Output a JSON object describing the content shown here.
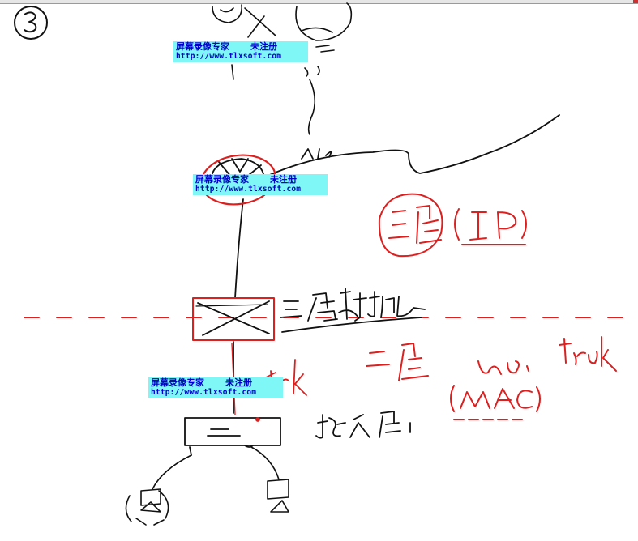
{
  "watermark": {
    "product": "屏幕录像专家",
    "status": "未注册",
    "url": "http://www.tlxsoft.com"
  },
  "colors": {
    "background": "#ffffff",
    "ink_black": "#111111",
    "ink_red": "#dd1f1f",
    "watermark_bg": "#7ff7f7",
    "watermark_text": "#0000c8"
  }
}
